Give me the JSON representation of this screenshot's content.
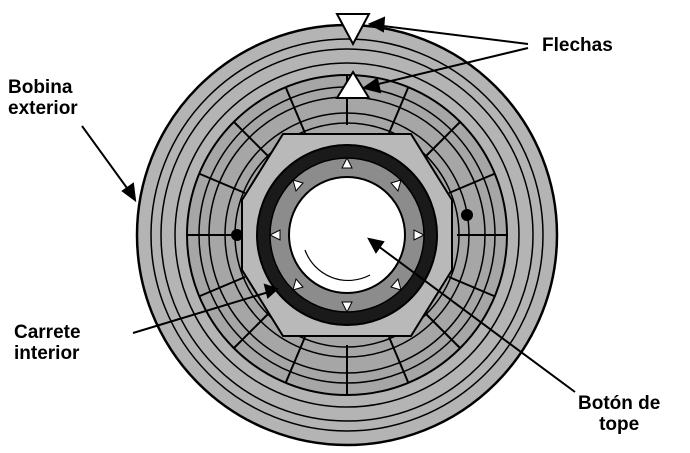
{
  "labels": {
    "flechas": "Flechas",
    "bobina_line1": "Bobina",
    "bobina_line2": "exterior",
    "carrete_line1": "Carrete",
    "carrete_line2": "interior",
    "boton_line1": "Botón de",
    "boton_line2": "tope"
  },
  "colors": {
    "outer_reel": "#b4b4b4",
    "inner_reel": "#a6a6a6",
    "dark_ring": "#1a1a1a",
    "hub_ring": "#8c8c8c",
    "stop_button": "#ffffff",
    "outline": "#000000"
  }
}
